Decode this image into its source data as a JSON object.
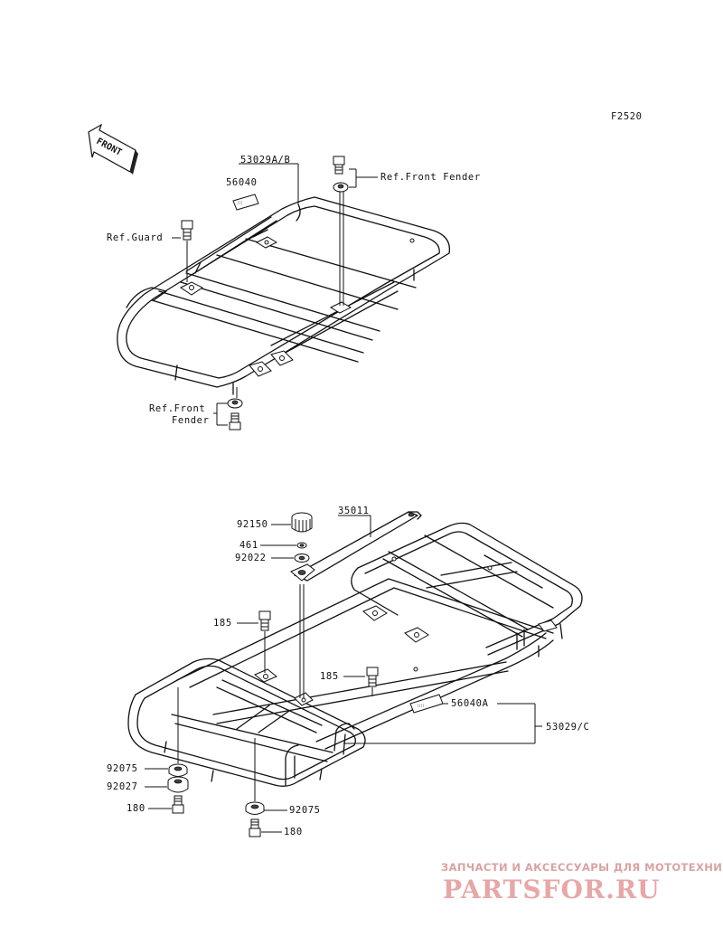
{
  "figure_code": "F2520",
  "front_arrow_label": "FRONT",
  "upper_assembly": {
    "labels": {
      "carrier": "53029A/B",
      "decal": "56040",
      "ref_front_fender_top": "Ref.Front Fender",
      "ref_guard": "Ref.Guard",
      "ref_front_fender_bottom_line1": "Ref.Front",
      "ref_front_fender_bottom_line2": "Fender"
    }
  },
  "lower_assembly": {
    "labels": {
      "knob": "92150",
      "washer_small": "461",
      "washer": "92022",
      "bar": "35011",
      "bolt_left": "185",
      "bolt_mid": "185",
      "decal": "56040A",
      "carrier": "53029/C",
      "damper_left": "92075",
      "collar": "92027",
      "bolt_bottom_left": "180",
      "damper_right": "92075",
      "bolt_bottom_right": "180"
    }
  },
  "watermark": {
    "tagline": "ЗАПЧАСТИ И АКСЕССУАРЫ ДЛЯ МОТОТЕХНИКИ",
    "brand": "PARTSFOR.RU"
  }
}
